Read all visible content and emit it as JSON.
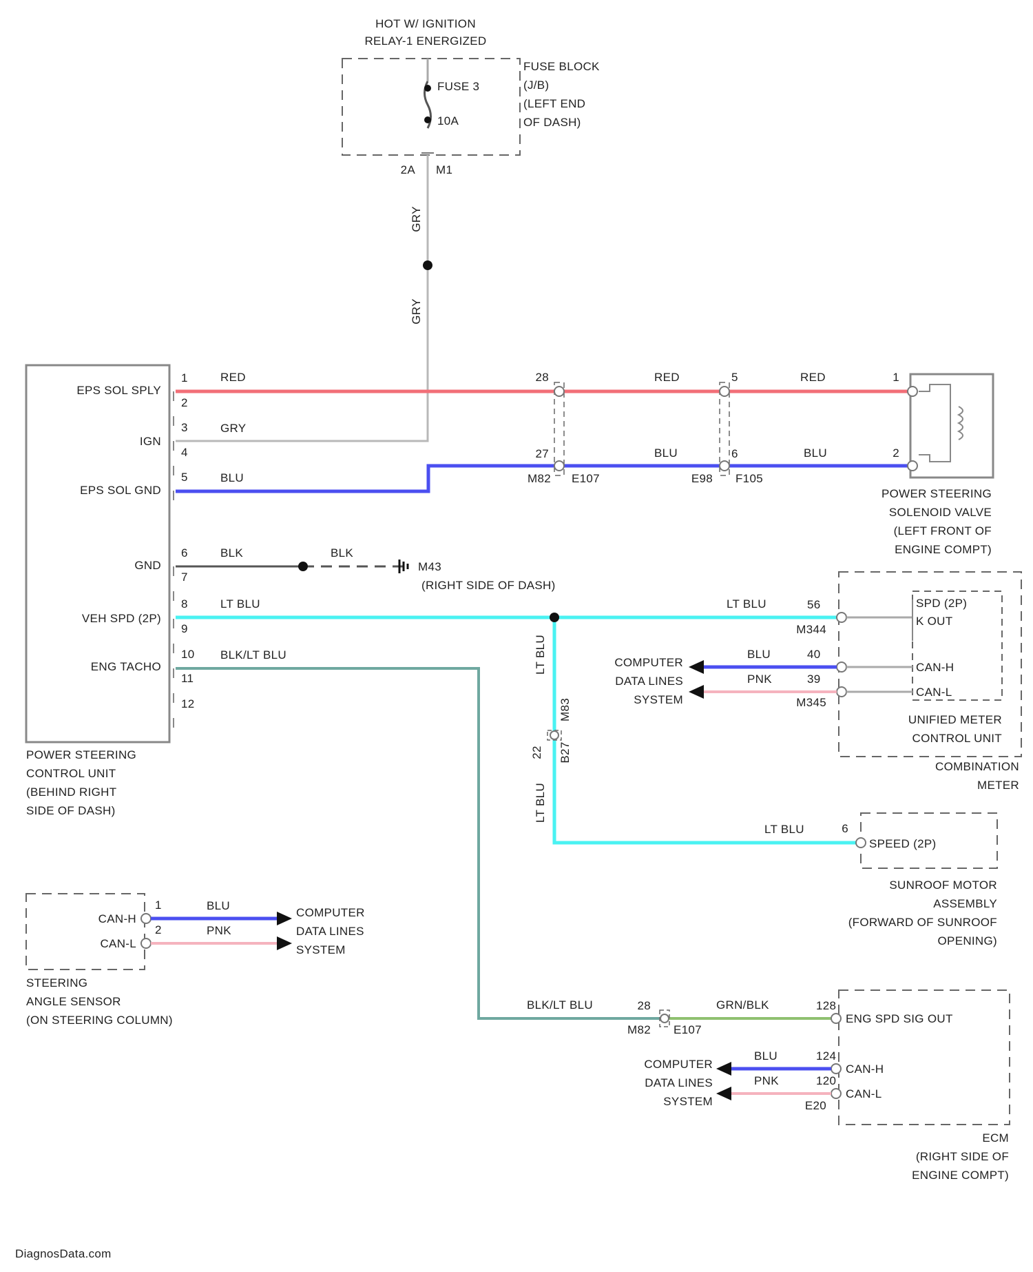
{
  "colors": {
    "RED": "#f26f78",
    "GRY": "#b8b8b8",
    "BLU": "#4b4ff0",
    "BLK": "#555555",
    "LT_BLU": "#4af2f2",
    "BLK_LT_BLU": "#6fa8a0",
    "GRN_BLK": "#8fc070",
    "PNK": "#f5b3be"
  },
  "power_source": {
    "line1": "HOT W/ IGNITION",
    "line2": "RELAY-1 ENERGIZED"
  },
  "fuse": {
    "name": "FUSE 3",
    "rating": "10A",
    "block_lines": [
      "FUSE BLOCK",
      "(J/B)",
      "(LEFT END",
      "OF DASH)"
    ],
    "connector": "2A",
    "connector_id": "M1"
  },
  "psc_unit": {
    "pins": [
      "1",
      "2",
      "3",
      "4",
      "5",
      "6",
      "7",
      "8",
      "9",
      "10",
      "11",
      "12"
    ],
    "terminals": {
      "epc_sol_sply": "EPS SOL SPLY",
      "ign": "IGN",
      "eps_sol_gnd": "EPS SOL GND",
      "gnd": "GND",
      "veh_spd": "VEH SPD (2P)",
      "eng_tacho": "ENG TACHO"
    },
    "caption": [
      "POWER STEERING",
      "CONTROL UNIT",
      "(BEHIND RIGHT",
      "SIDE OF DASH)"
    ]
  },
  "wires": {
    "gry_top": "GRY",
    "gry_mid": "GRY",
    "red1": "RED",
    "gry3": "GRY",
    "blu5": "BLU",
    "blk6a": "BLK",
    "blk6b": "BLK",
    "ltblu8": "LT BLU",
    "blkltblu10": "BLK/LT BLU",
    "red_mid": "RED",
    "red_right": "RED",
    "blu_mid": "BLU",
    "blu_right": "BLU",
    "ltblu_meter": "LT BLU",
    "ltblu_vert1": "LT BLU",
    "ltblu_vert2": "LT BLU",
    "ltblu_sunroof": "LT BLU",
    "blkltblu_ecm": "BLK/LT BLU",
    "grnblk_ecm": "GRN/BLK"
  },
  "inline_connectors": {
    "c1_pin_top": "28",
    "c1_pin_bottom": "27",
    "c1_id_left": "M82",
    "c1_id_right": "E107",
    "c2_pin_top": "5",
    "c2_pin_bottom": "6",
    "c2_id_left": "E98",
    "c2_id_right": "F105",
    "c3_pin": "28",
    "c3_id_left": "M82",
    "c3_id_right": "E107",
    "c4_pin_a": "22",
    "c4_id": "M83",
    "c4_id_b": "B27"
  },
  "ground": {
    "id": "M43",
    "location": "(RIGHT SIDE OF DASH)"
  },
  "solenoid": {
    "pin1": "1",
    "pin2": "2",
    "caption": [
      "POWER STEERING",
      "SOLENOID VALVE",
      "(LEFT FRONT OF",
      "ENGINE COMPT)"
    ]
  },
  "meter": {
    "pin_spd": "56",
    "pin_canh": "40",
    "pin_canl": "39",
    "id_top": "M344",
    "id_bottom": "M345",
    "term_spd1": "SPD (2P)",
    "term_spd2": "K OUT",
    "term_canh": "CAN-H",
    "term_canl": "CAN-L",
    "inner_caption": [
      "UNIFIED METER",
      "CONTROL UNIT"
    ],
    "caption": [
      "COMBINATION",
      "METER"
    ],
    "wire_canh": "BLU",
    "wire_canl": "PNK"
  },
  "computer_data_lines": [
    "COMPUTER",
    "DATA LINES",
    "SYSTEM"
  ],
  "sunroof": {
    "pin": "6",
    "terminal": "SPEED (2P)",
    "caption": [
      "SUNROOF MOTOR",
      "ASSEMBLY",
      "(FORWARD OF SUNROOF",
      "OPENING)"
    ]
  },
  "angle_sensor": {
    "pin_canh": "1",
    "pin_canl": "2",
    "term_canh": "CAN-H",
    "term_canl": "CAN-L",
    "wire_canh": "BLU",
    "wire_canl": "PNK",
    "caption": [
      "STEERING",
      "ANGLE SENSOR",
      "(ON STEERING COLUMN)"
    ]
  },
  "ecm": {
    "pin_spd": "128",
    "pin_canh": "124",
    "pin_canl": "120",
    "id": "E20",
    "term_spd": "ENG SPD SIG OUT",
    "term_canh": "CAN-H",
    "term_canl": "CAN-L",
    "wire_canh": "BLU",
    "wire_canl": "PNK",
    "caption": [
      "ECM",
      "(RIGHT SIDE OF",
      "ENGINE COMPT)"
    ]
  },
  "watermark": "DiagnosData.com"
}
